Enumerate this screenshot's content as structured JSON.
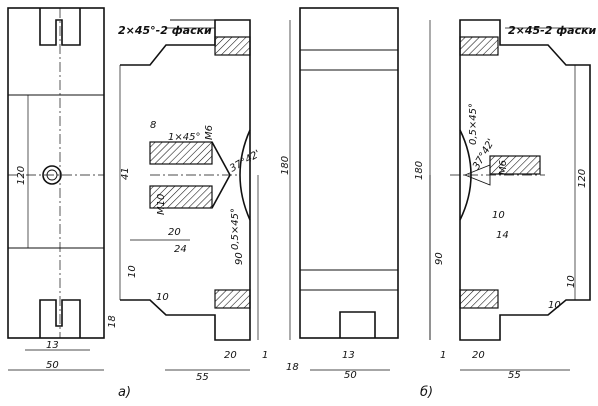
{
  "views": {
    "a_label": "a)",
    "b_label": "б)"
  },
  "notes": {
    "chamfer_left": "2×45°-2 фаски",
    "chamfer_right": "2×45-2 фаски"
  },
  "dims_left": {
    "d120": "120",
    "d180": "180",
    "d41": "41",
    "d8": "8",
    "d1x45": "1×45°",
    "dM6": "M6",
    "dM10": "M10",
    "d20": "20",
    "d24": "24",
    "dR37": "37°42'",
    "d05": "0,5×45°",
    "d90": "90",
    "d10a": "10",
    "d10b": "10",
    "d18a": "18",
    "d13a": "13",
    "d50a": "50",
    "d55a": "55",
    "d20b": "20",
    "d1a": "1",
    "d18b": "18"
  },
  "dims_right": {
    "d180": "180",
    "d120": "120",
    "d90": "90",
    "d05": "0,5×45°",
    "dM6": "M6",
    "dR37": "37°42'",
    "d10": "10",
    "d14": "14",
    "d10b": "10",
    "d10c": "10",
    "d13": "13",
    "d50": "50",
    "d1": "1",
    "d20": "20",
    "d55": "55"
  }
}
